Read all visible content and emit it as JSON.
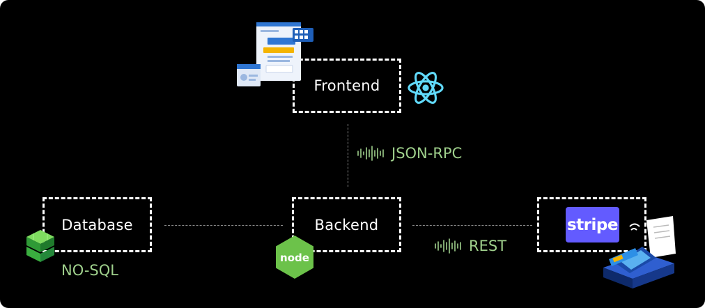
{
  "nodes": {
    "frontend": {
      "label": "Frontend"
    },
    "backend": {
      "label": "Backend"
    },
    "database": {
      "label": "Database",
      "type_label": "NO-SQL"
    },
    "payment": {
      "logo_text": "stripe"
    }
  },
  "edges": {
    "frontend_backend": {
      "protocol": "JSON-RPC"
    },
    "backend_payment": {
      "protocol": "REST"
    }
  },
  "icons": [
    "browser-window-icon",
    "react-icon",
    "database-cube-icon",
    "nodejs-icon",
    "stripe-logo",
    "payment-terminal-icon",
    "waveform-icon"
  ],
  "colors": {
    "background": "#000000",
    "box_border": "#ffffff",
    "label_text": "#ffffff",
    "accent_green": "#9fd08c",
    "connector": "#8a8a8a",
    "react_blue": "#61dafb",
    "stripe_purple": "#635bff",
    "node_green": "#6cc24a"
  }
}
